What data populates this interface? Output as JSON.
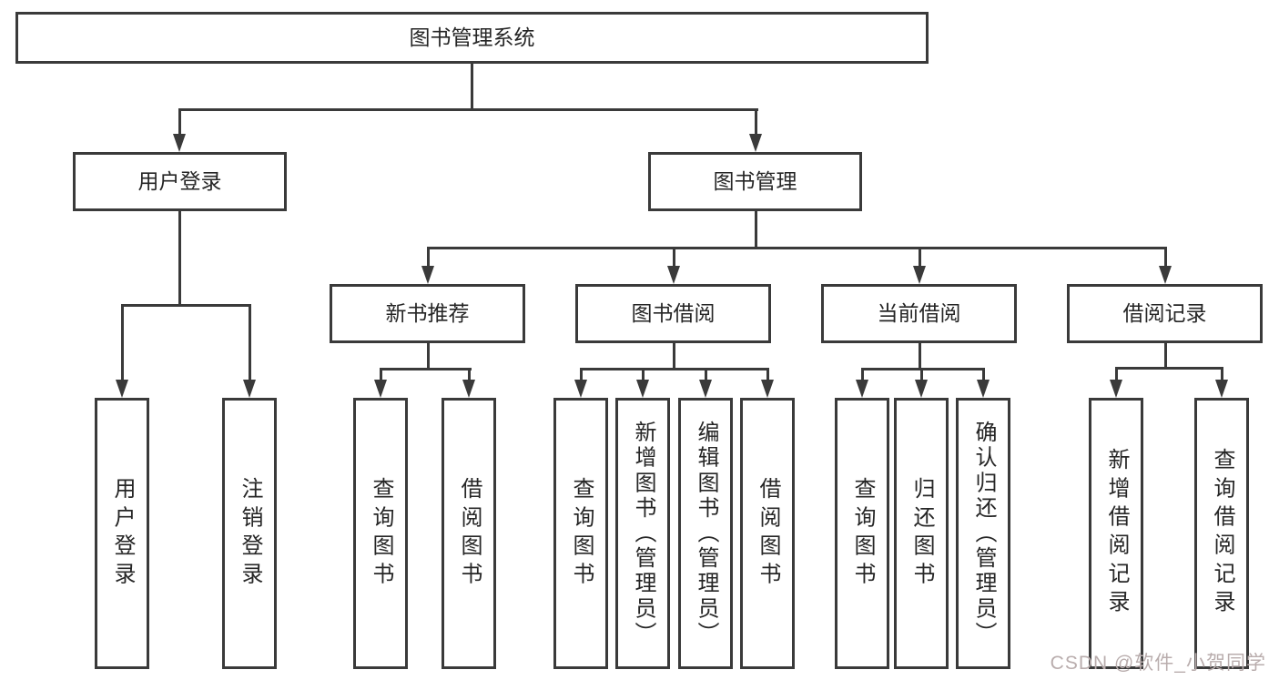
{
  "diagram": {
    "root": {
      "label": "图书管理系统"
    },
    "level2": [
      {
        "label": "用户登录"
      },
      {
        "label": "图书管理"
      }
    ],
    "level3": [
      {
        "label": "新书推荐"
      },
      {
        "label": "图书借阅"
      },
      {
        "label": "当前借阅"
      },
      {
        "label": "借阅记录"
      }
    ],
    "leaves": {
      "user_login": [
        "用户登录",
        "注销登录"
      ],
      "new_books": [
        "查询图书",
        "借阅图书"
      ],
      "book_borrow": [
        "查询图书",
        "新增图书（管理员）",
        "编辑图书（管理员）",
        "借阅图书"
      ],
      "current_borrow": [
        "查询图书",
        "归还图书",
        "确认归还（管理员）"
      ],
      "borrow_records": [
        "新增借阅记录",
        "查询借阅记录"
      ]
    }
  },
  "watermark": {
    "text": "CSDN @软件_小贺同学"
  },
  "colors": {
    "line": "#3a3a3a",
    "text": "#262626",
    "watermark": "#b9adad",
    "background": "#ffffff"
  }
}
